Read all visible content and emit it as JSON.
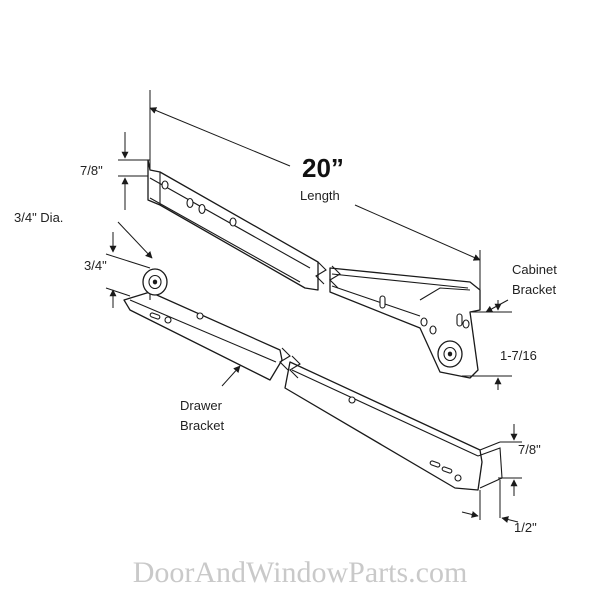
{
  "labels": {
    "length_value": "20”",
    "length_text": "Length",
    "top_height": "7/8\"",
    "wheel_dia": "3/4\" Dia.",
    "wheel_offset": "3/4\"",
    "cabinet_line1": "Cabinet",
    "cabinet_line2": "Bracket",
    "cabinet_offset": "1-7/16",
    "drawer_line1": "Drawer",
    "drawer_line2": "Bracket",
    "bottom_height": "7/8\"",
    "bottom_width": "1/2\""
  },
  "watermark": "DoorAndWindowParts.com",
  "colors": {
    "line": "#1a1a1a",
    "watermark": "#c9c9c9",
    "background": "#ffffff"
  }
}
